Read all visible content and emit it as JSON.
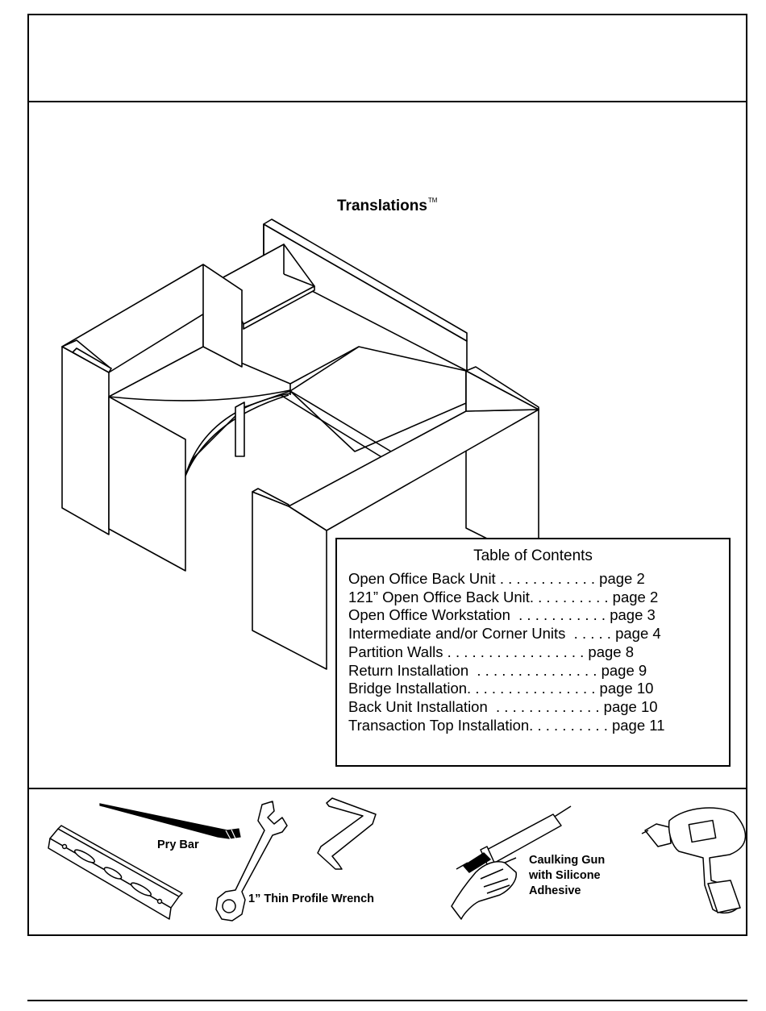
{
  "title": {
    "text": "Translations",
    "mark": "TM"
  },
  "toc": {
    "heading": "Table of Contents",
    "items": [
      {
        "text": "Open Office Back Unit . . . . . . . . . . . . page 2"
      },
      {
        "text": "121” Open Office Back Unit. . . . . . . . . . page 2"
      },
      {
        "text": "Open Office Workstation  . . . . . . . . . . . page 3"
      },
      {
        "text": "Intermediate and/or Corner Units  . . . . . page 4"
      },
      {
        "text": "Partition Walls . . . . . . . . . . . . . . . . . page 8"
      },
      {
        "text": "Return Installation  . . . . . . . . . . . . . . . page 9"
      },
      {
        "text": "Bridge Installation. . . . . . . . . . . . . . . . page 10"
      },
      {
        "text": "Back Unit Installation  . . . . . . . . . . . . . page 10"
      },
      {
        "text": "Transaction Top Installation. . . . . . . . . . page 11"
      }
    ]
  },
  "tools": {
    "pry_bar": "Pry Bar",
    "wrench": "1” Thin Profile Wrench",
    "caulking_line1": "Caulking Gun",
    "caulking_line2": "with Silicone",
    "caulking_line3": "Adhesive"
  }
}
